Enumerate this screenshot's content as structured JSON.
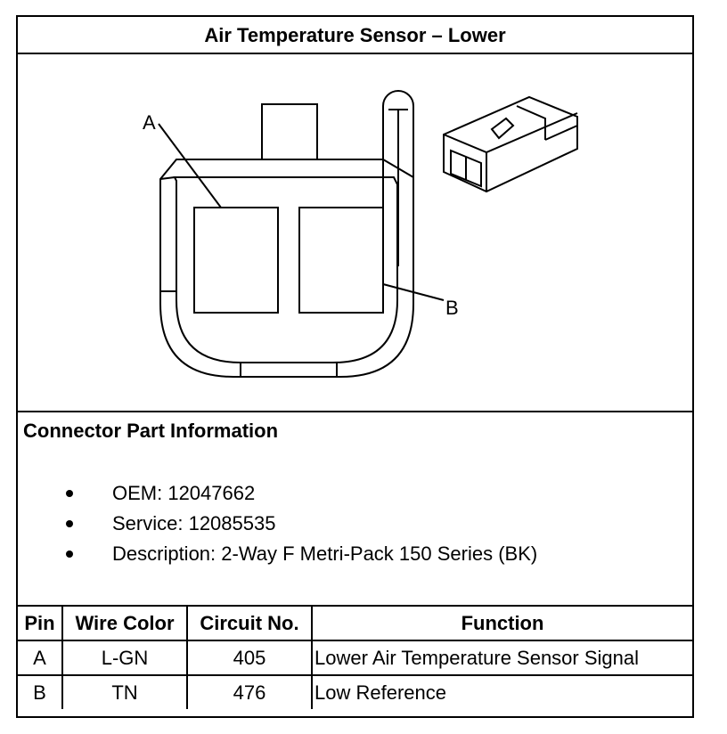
{
  "title": "Air Temperature Sensor – Lower",
  "diagram": {
    "callout_a": "A",
    "callout_b": "B"
  },
  "info": {
    "heading": "Connector Part Information",
    "items": [
      "OEM: 12047662",
      "Service: 12085535",
      "Description: 2-Way F Metri-Pack 150 Series (BK)"
    ]
  },
  "table": {
    "headers": [
      "Pin",
      "Wire Color",
      "Circuit No.",
      "Function"
    ],
    "rows": [
      [
        "A",
        "L-GN",
        "405",
        "Lower Air Temperature Sensor Signal"
      ],
      [
        "B",
        "TN",
        "476",
        "Low Reference"
      ]
    ]
  }
}
